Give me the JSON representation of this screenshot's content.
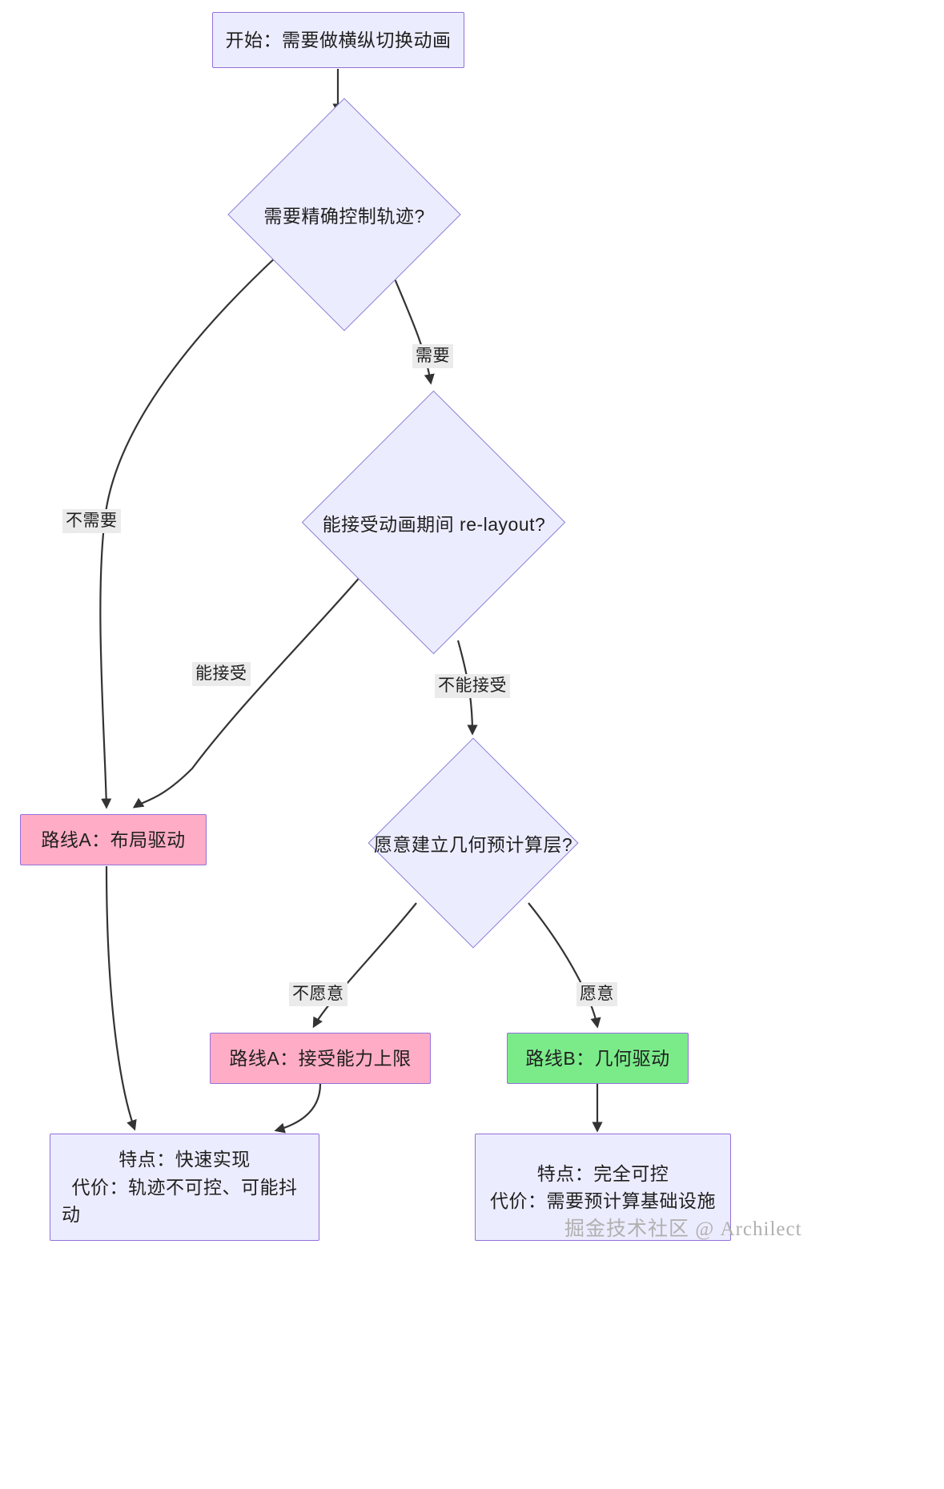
{
  "diagram": {
    "type": "flowchart",
    "direction": "top-down",
    "title_text": "",
    "colors": {
      "process_fill": "#ececff",
      "process_stroke": "#9370db",
      "decision_fill": "#ececff",
      "decision_stroke": "#8a7fd4",
      "route_a_fill": "#ffadc6",
      "route_b_fill": "#7beb8a",
      "edge_stroke": "#333333",
      "label_bg": "#ebebeb",
      "text": "#1f1f1f",
      "watermark": "#b0b0b0",
      "background": "#ffffff"
    },
    "nodes": {
      "start": {
        "label": "开始：需要做横纵切换动画",
        "shape": "rect"
      },
      "decision_trajectory": {
        "label": "需要精确控制轨迹?",
        "shape": "diamond"
      },
      "decision_relayout": {
        "label": "能接受动画期间 re-layout?",
        "shape": "diamond"
      },
      "decision_precompute": {
        "label": "愿意建立几何预计算层?",
        "shape": "diamond"
      },
      "route_a_layout": {
        "label": "路线A：布局驱动",
        "shape": "rect"
      },
      "route_a_limit": {
        "label": "路线A：接受能力上限",
        "shape": "rect"
      },
      "route_b_geometry": {
        "label": "路线B：几何驱动",
        "shape": "rect"
      },
      "outcome_a": {
        "shape": "rect",
        "lines": [
          "特点：快速实现",
          "代价：轨迹不可控、可能抖",
          "动"
        ]
      },
      "outcome_b": {
        "shape": "rect",
        "lines": [
          "特点：完全可控",
          "代价：需要预计算基础设施"
        ]
      }
    },
    "edge_labels": {
      "need": "需要",
      "no_need": "不需要",
      "accept": "能接受",
      "not_accept": "不能接受",
      "not_willing": "不愿意",
      "willing": "愿意"
    },
    "watermark": "掘金技术社区 @ Archilect"
  }
}
